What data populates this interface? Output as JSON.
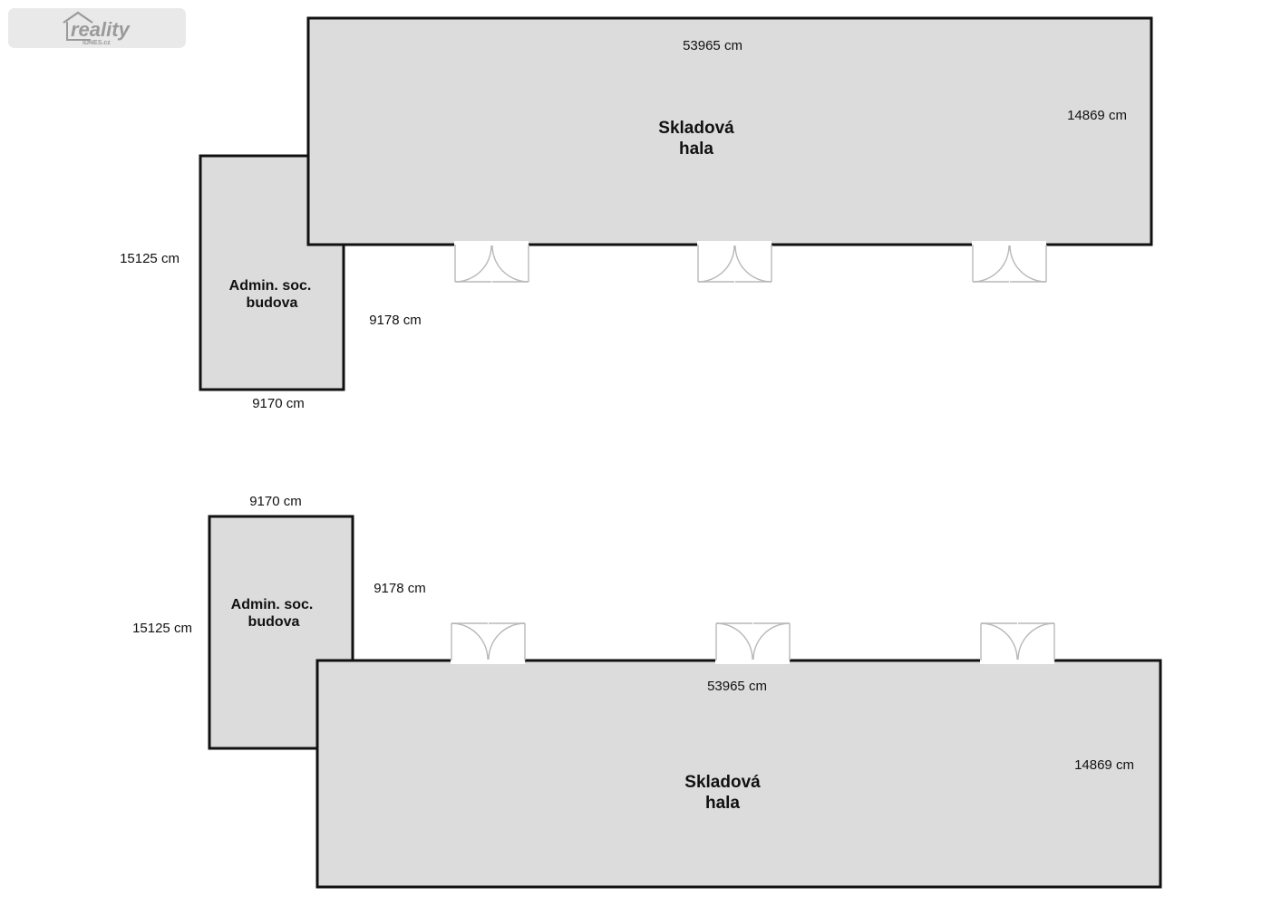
{
  "logo": {
    "word": "reality",
    "sub": "iDNES.cz"
  },
  "plans": [
    {
      "hall": {
        "name_line1": "Skladová",
        "name_line2": "hala",
        "width": "53965 cm",
        "depth": "14869 cm"
      },
      "admin": {
        "name_line1": "Admin. soc.",
        "name_line2": "budova",
        "depth": "15125 cm",
        "width": "9170 cm",
        "side": "9178 cm"
      },
      "doors": 3
    },
    {
      "hall": {
        "name_line1": "Skladová",
        "name_line2": "hala",
        "width": "53965 cm",
        "depth": "14869 cm"
      },
      "admin": {
        "name_line1": "Admin. soc.",
        "name_line2": "budova",
        "depth": "15125 cm",
        "width": "9170 cm",
        "side": "9178 cm"
      },
      "doors": 3
    }
  ]
}
